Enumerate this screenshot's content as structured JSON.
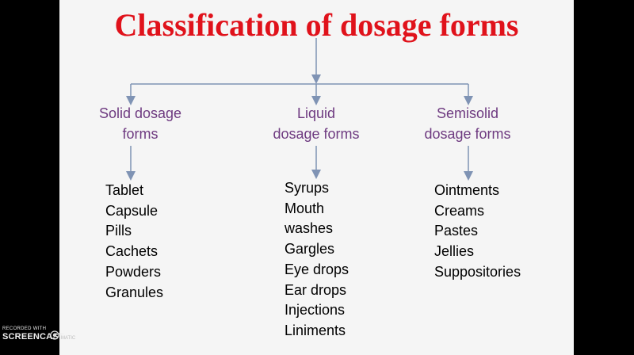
{
  "title": "Classification of dosage forms",
  "categories": [
    {
      "name_line1": "Solid dosage",
      "name_line2": "forms",
      "items": [
        "Tablet",
        "Capsule",
        "Pills",
        "Cachets",
        "Powders",
        "Granules"
      ]
    },
    {
      "name_line1": "Liquid",
      "name_line2": "dosage forms",
      "items": [
        "Syrups",
        "Mouth",
        "washes",
        "Gargles",
        "Eye drops",
        "Ear drops",
        "Injections",
        "Liniments"
      ]
    },
    {
      "name_line1": "Semisolid",
      "name_line2": "dosage forms",
      "items": [
        "Ointments",
        "Creams",
        "Pastes",
        "Jellies",
        "Suppositories"
      ]
    }
  ],
  "watermark": {
    "line1": "RECORDED WITH",
    "line2": "SCREENCAST",
    "line3": "MATIC"
  },
  "colors": {
    "title": "#e0121b",
    "category": "#6e3a80",
    "connector": "#7f93b4",
    "slide_bg": "#f5f5f5",
    "frame": "#000000"
  }
}
